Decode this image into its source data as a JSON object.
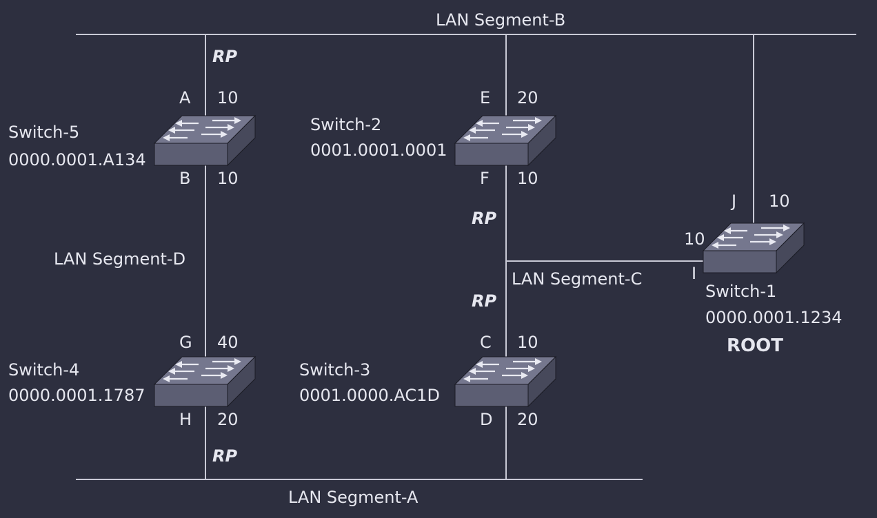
{
  "segments": {
    "a": "LAN Segment-A",
    "b": "LAN Segment-B",
    "c": "LAN Segment-C",
    "d": "LAN Segment-D"
  },
  "switches": {
    "s1": {
      "name": "Switch-1",
      "mac": "0000.0001.1234",
      "role": "ROOT"
    },
    "s2": {
      "name": "Switch-2",
      "mac": "0001.0001.0001"
    },
    "s3": {
      "name": "Switch-3",
      "mac": "0001.0000.AC1D"
    },
    "s4": {
      "name": "Switch-4",
      "mac": "0000.0001.1787"
    },
    "s5": {
      "name": "Switch-5",
      "mac": "0000.0001.A134"
    }
  },
  "ports": {
    "A": {
      "letter": "A",
      "cost": "10"
    },
    "B": {
      "letter": "B",
      "cost": "10"
    },
    "C": {
      "letter": "C",
      "cost": "10"
    },
    "D": {
      "letter": "D",
      "cost": "20"
    },
    "E": {
      "letter": "E",
      "cost": "20"
    },
    "F": {
      "letter": "F",
      "cost": "10"
    },
    "G": {
      "letter": "G",
      "cost": "40"
    },
    "H": {
      "letter": "H",
      "cost": "20"
    },
    "I": {
      "letter": "I",
      "cost": "10"
    },
    "J": {
      "letter": "J",
      "cost": "10"
    }
  },
  "root_port_label": "RP",
  "colors": {
    "background": "#2d2f3f",
    "line": "#c9cad6",
    "text": "#e6e7ef",
    "switch_top": "#75778e",
    "switch_front": "#5c5e73"
  }
}
